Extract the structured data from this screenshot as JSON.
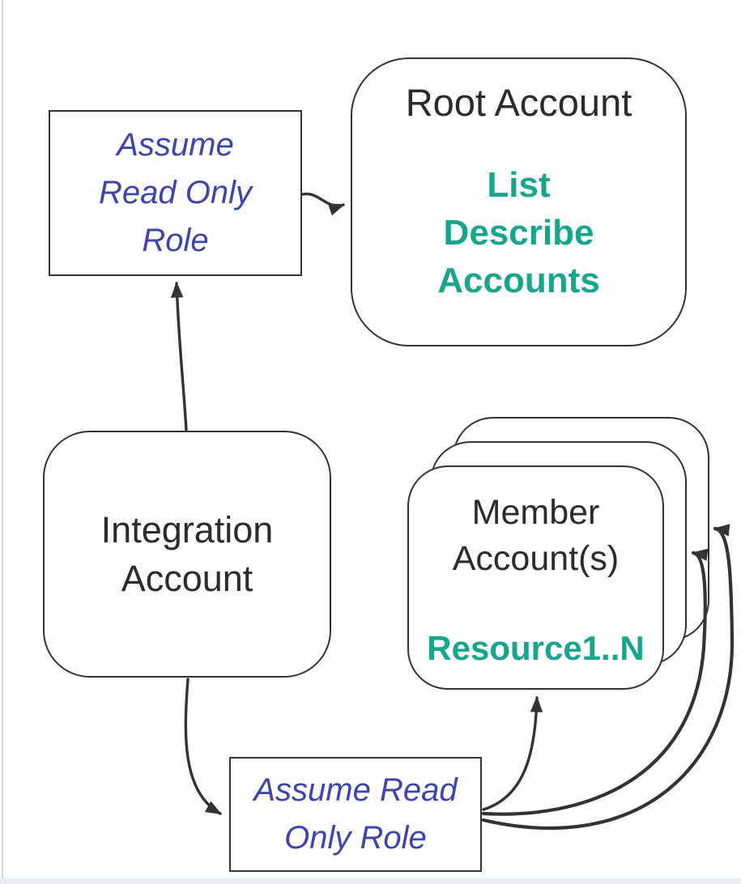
{
  "colors": {
    "teal": "#17a58c",
    "blue": "#3d44ab",
    "ink": "#2b2b2b",
    "line": "#333333"
  },
  "nodes": {
    "assume_role_top": {
      "lines": [
        "Assume",
        "Read Only",
        "Role"
      ]
    },
    "root_account": {
      "title": "Root Account",
      "action_lines": [
        "List",
        "Describe",
        "Accounts"
      ]
    },
    "integration_account": {
      "lines": [
        "Integration",
        "Account"
      ]
    },
    "member_accounts": {
      "title_lines": [
        "Member",
        "Account(s)"
      ],
      "resources": "Resource1..N"
    },
    "assume_role_bottom": {
      "lines": [
        "Assume Read",
        "Only Role"
      ]
    }
  },
  "edges": [
    {
      "from": "assume-role-top",
      "to": "root-account"
    },
    {
      "from": "integration-account",
      "to": "assume-role-top"
    },
    {
      "from": "integration-account",
      "to": "assume-role-bottom"
    },
    {
      "from": "assume-role-bottom",
      "to": "member-account-front"
    },
    {
      "from": "assume-role-bottom",
      "to": "member-account-middle"
    },
    {
      "from": "assume-role-bottom",
      "to": "member-account-back"
    }
  ]
}
